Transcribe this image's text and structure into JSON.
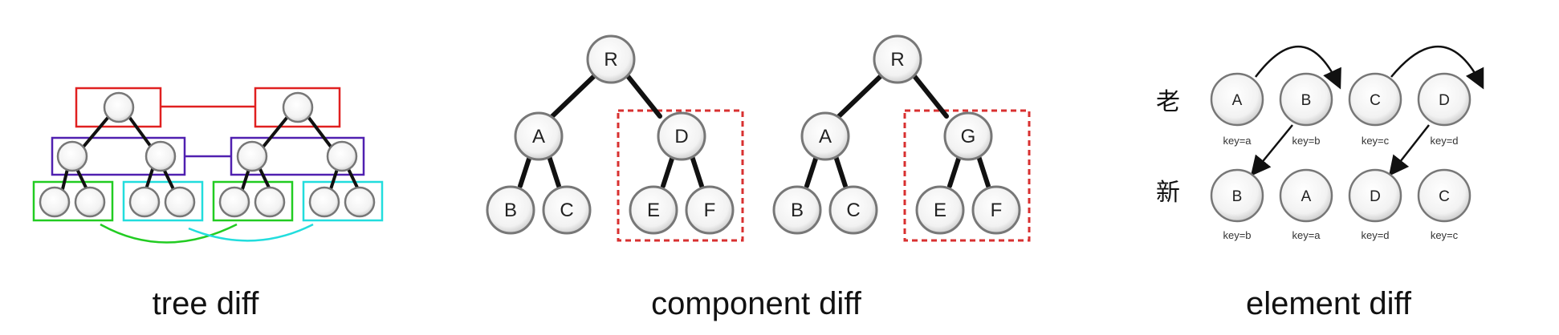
{
  "captions": {
    "tree": "tree diff",
    "component": "component diff",
    "element": "element diff"
  },
  "component_diff": {
    "left": {
      "root": "R",
      "a": "A",
      "b": "B",
      "c": "C",
      "d": "D",
      "e": "E",
      "f": "F"
    },
    "right": {
      "root": "R",
      "a": "A",
      "b": "B",
      "c": "C",
      "g": "G",
      "e": "E",
      "f": "F"
    }
  },
  "element_diff": {
    "old_label": "老",
    "new_label": "新",
    "old_nodes": [
      {
        "label": "A",
        "key": "key=a"
      },
      {
        "label": "B",
        "key": "key=b"
      },
      {
        "label": "C",
        "key": "key=c"
      },
      {
        "label": "D",
        "key": "key=d"
      }
    ],
    "new_nodes": [
      {
        "label": "B",
        "key": "key=b"
      },
      {
        "label": "A",
        "key": "key=a"
      },
      {
        "label": "D",
        "key": "key=d"
      },
      {
        "label": "C",
        "key": "key=c"
      }
    ]
  },
  "colors": {
    "red": "#e02020",
    "purple": "#5020b0",
    "green": "#22cc22",
    "cyan": "#22dddd",
    "dashed_red": "#d83030"
  }
}
